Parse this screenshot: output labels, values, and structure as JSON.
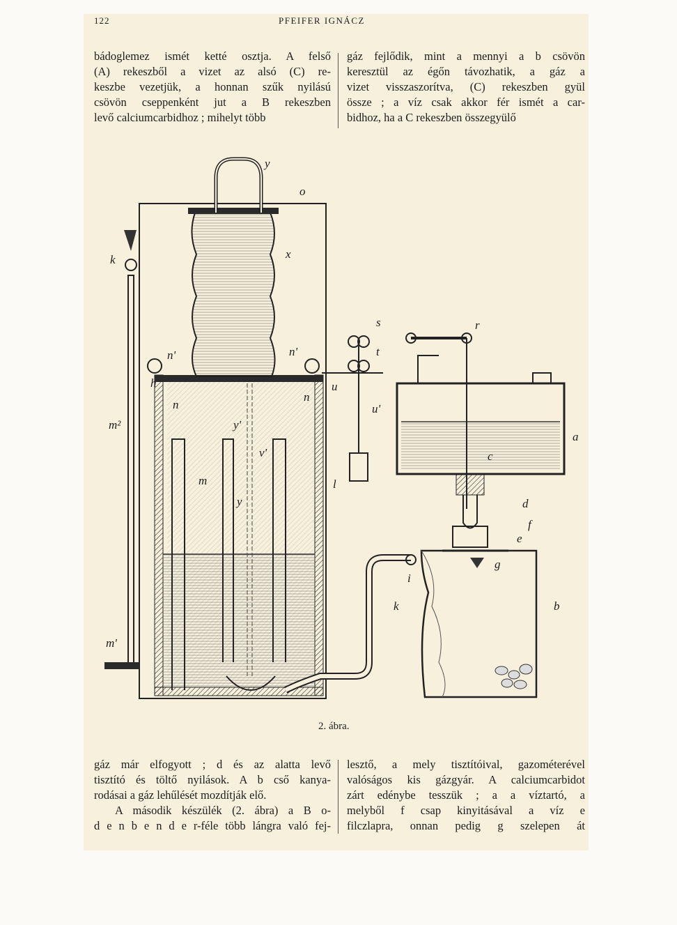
{
  "header": {
    "page_number": "122",
    "running_head": "PFEIFER IGNÁCZ"
  },
  "top_left_lines": [
    "bádoglemez ismét ketté osztja. A felső",
    "(A) rekeszből a vizet az alsó (C) re-",
    "keszbe vezetjük, a honnan szűk nyilású",
    "csövön cseppenként jut a B rekeszben",
    "levő calciumcarbidhoz ; mihelyt több"
  ],
  "top_right_lines": [
    "gáz fejlődik, mint a mennyi a b csövön",
    "keresztül az égőn távozhatik, a gáz a",
    "vizet visszaszorítva, (C) rekeszben gyül",
    "össze ; a víz csak akkor fér ismét a car-",
    "bidhoz, ha a C rekeszben összegyülő"
  ],
  "figure": {
    "labels": {
      "y": "y",
      "o": "o",
      "x": "x",
      "k": "k",
      "n1": "n'",
      "n1b": "n'",
      "h": "h",
      "n": "n",
      "nb": "n",
      "m2": "m²",
      "y1": "y'",
      "v1": "v'",
      "m": "m",
      "yb": "y",
      "l": "l",
      "m1": "m'",
      "s": "s",
      "t": "t",
      "u": "u",
      "u1": "u'",
      "r": "r",
      "a": "a",
      "c": "c",
      "d": "d",
      "f": "f",
      "e": "e",
      "g": "g",
      "i": "i",
      "kb": "k",
      "b": "b"
    },
    "caption": "2. ábra.",
    "colors": {
      "ink": "#1d1d1d",
      "paper": "#f6f0dc"
    }
  },
  "bottom_left_lines": [
    "gáz már elfogyott ; d és az alatta levő",
    "tisztító és töltő nyilások. A b cső kanya-",
    "rodásai a gáz lehűlését mozdítják elő.",
    "A második készülék (2. ábra) a B o-",
    "d e n b e n d e r-féle több lángra való fej-"
  ],
  "bottom_right_lines": [
    "lesztő, a mely tisztítóival, gazométerével",
    "valóságos kis gázgyár. A calciumcarbidot",
    "zárt edénybe tesszük ; a a víztartó, a",
    "melyből f csap kinyitásával a víz e",
    "filczlapra, onnan pedig g szelepen át"
  ]
}
